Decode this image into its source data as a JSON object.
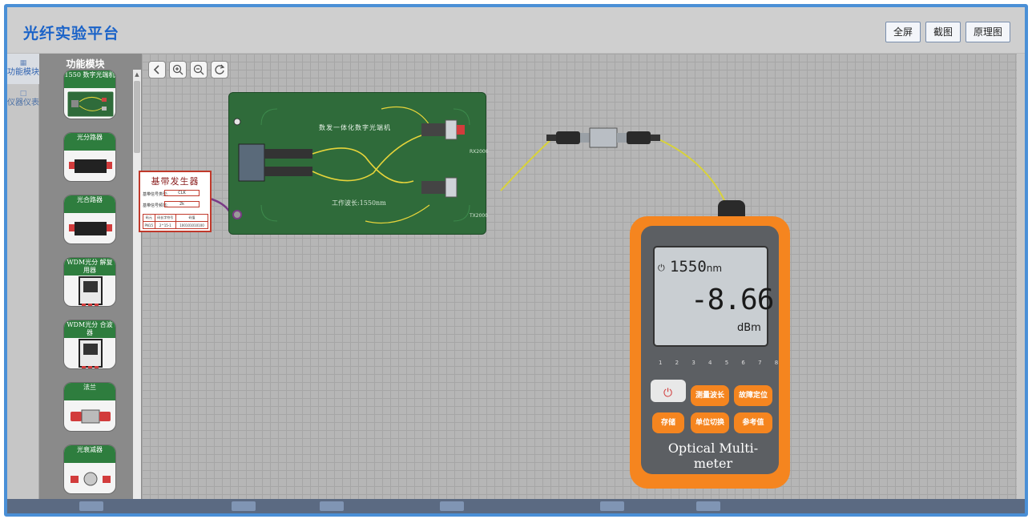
{
  "app": {
    "title": "光纤实验平台"
  },
  "toolbar": {
    "buttons": [
      "全屏",
      "截图",
      "原理图"
    ]
  },
  "left_tabs": [
    {
      "label": "功能模块",
      "icon": "grid-icon",
      "active": true
    },
    {
      "label": "仪器仪表",
      "icon": "meter-icon",
      "active": false
    }
  ],
  "module_panel": {
    "title": "功能模块",
    "modules": [
      {
        "label": "1550 数字光端机"
      },
      {
        "label": "光分路器"
      },
      {
        "label": "光合路器"
      },
      {
        "label": "WDM光分 解复用器"
      },
      {
        "label": "WDM光分 合波器"
      },
      {
        "label": "法兰"
      },
      {
        "label": "光衰减器"
      }
    ]
  },
  "canvas_tools": [
    "back-icon",
    "zoom-in-icon",
    "zoom-out-icon",
    "refresh-icon"
  ],
  "board": {
    "title": "数发一体化数字光端机",
    "wavelength_label": "工作波长:1550nm",
    "port_rx": "RX2000",
    "port_tx": "TX2000"
  },
  "signal_generator": {
    "title": "基带发生器",
    "rows": [
      {
        "label": "基带信号类型:",
        "value": "CLK"
      },
      {
        "label": "基带信号频率:",
        "value": "2k"
      }
    ],
    "table": {
      "header": [
        "码元",
        "码长字符号",
        "码值"
      ],
      "row": [
        "PN15",
        "2^15-1",
        "100101010100"
      ]
    }
  },
  "meter": {
    "wavelength": "1550",
    "wavelength_unit": "nm",
    "reading": "-8.66",
    "unit": "dBm",
    "number_row": "1 2 3 4 5 6 7 8",
    "buttons": {
      "measure": "测量波长",
      "fault": "故障定位",
      "store": "存储",
      "unit_switch": "单位切换",
      "reference": "参考值"
    },
    "brand": "Optical Multi-meter"
  }
}
